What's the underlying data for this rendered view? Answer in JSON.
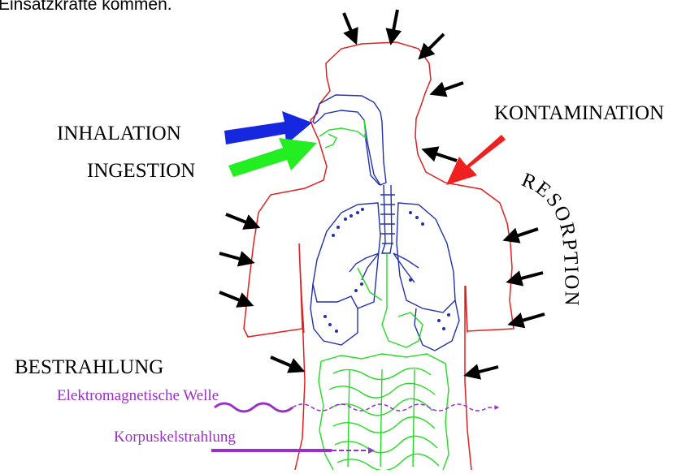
{
  "caption": "Einsatzkräfte kommen.",
  "labels": {
    "inhalation": "INHALATION",
    "ingestion": "INGESTION",
    "kontamination": "KONTAMINATION",
    "resorption": "RESORPTION",
    "bestrahlung": "BESTRAHLUNG",
    "em_welle": "Elektromagnetische Welle",
    "korpuskel": "Korpuskelstrahlung"
  },
  "colors": {
    "body_outline": "#e02020",
    "airways": "#2030b0",
    "digestive": "#22dd22",
    "inhalation_arrow": "#1528e0",
    "ingestion_arrow": "#22ee22",
    "kontamination_arrow": "#f02020",
    "radiation": "#9b2fc9",
    "arrows": "#000000"
  }
}
